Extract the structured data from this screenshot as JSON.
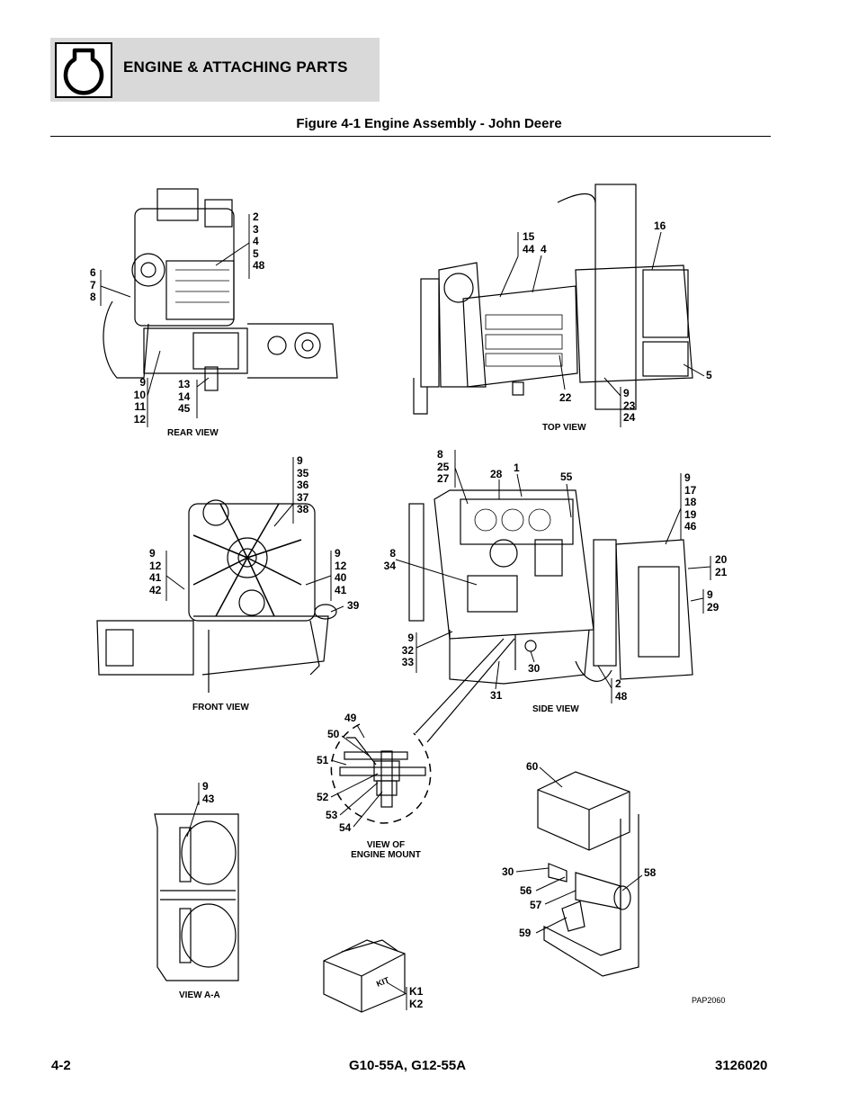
{
  "header": {
    "section_title": "ENGINE & ATTACHING PARTS",
    "icon": "engine-icon"
  },
  "figure": {
    "title": "Figure 4-1 Engine Assembly - John Deere",
    "reference": "PAP2060"
  },
  "views": {
    "rear": "REAR VIEW",
    "top": "TOP VIEW",
    "front": "FRONT VIEW",
    "side": "SIDE VIEW",
    "mount": "VIEW OF\nENGINE MOUNT",
    "section": "VIEW A-A",
    "kit": "KIT"
  },
  "callouts": {
    "rear_a": "2\n3\n4\n5\n48",
    "rear_b": "6\n7\n8",
    "rear_c": "9\n10\n11\n12",
    "rear_d": "13\n14\n45",
    "top_a": "15\n44",
    "top_b": "4",
    "top_c": "16",
    "top_d": "5",
    "top_e": "22",
    "top_f": "9\n23\n24",
    "front_a": "9\n35\n36\n37\n38",
    "front_b": "9\n12\n41\n42",
    "front_c": "9\n12\n40\n41",
    "front_d": "39",
    "side_a": "8\n25\n27",
    "side_b": "28",
    "side_c": "1",
    "side_d": "55",
    "side_e": "9\n17\n18\n19\n46",
    "side_f": "20\n21",
    "side_g": "9\n29",
    "side_h": "8\n34",
    "side_i": "9\n32\n33",
    "side_j": "30",
    "side_k": "31",
    "side_l": "2\n48",
    "mount_49": "49",
    "mount_50": "50",
    "mount_51": "51",
    "mount_52": "52",
    "mount_53": "53",
    "mount_54": "54",
    "sect_a": "9\n43",
    "filter_60": "60",
    "filter_30": "30",
    "filter_56": "56",
    "filter_57": "57",
    "filter_58": "58",
    "filter_59": "59",
    "kit_k": "K1\nK2"
  },
  "footer": {
    "page": "4-2",
    "models": "G10-55A, G12-55A",
    "doc_number": "3126020"
  }
}
